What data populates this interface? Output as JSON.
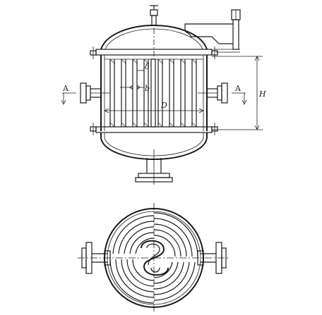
{
  "labels": {
    "section_left": "A",
    "section_right": "A",
    "delta": "δ",
    "b": "b",
    "D": "D",
    "H": "H"
  }
}
